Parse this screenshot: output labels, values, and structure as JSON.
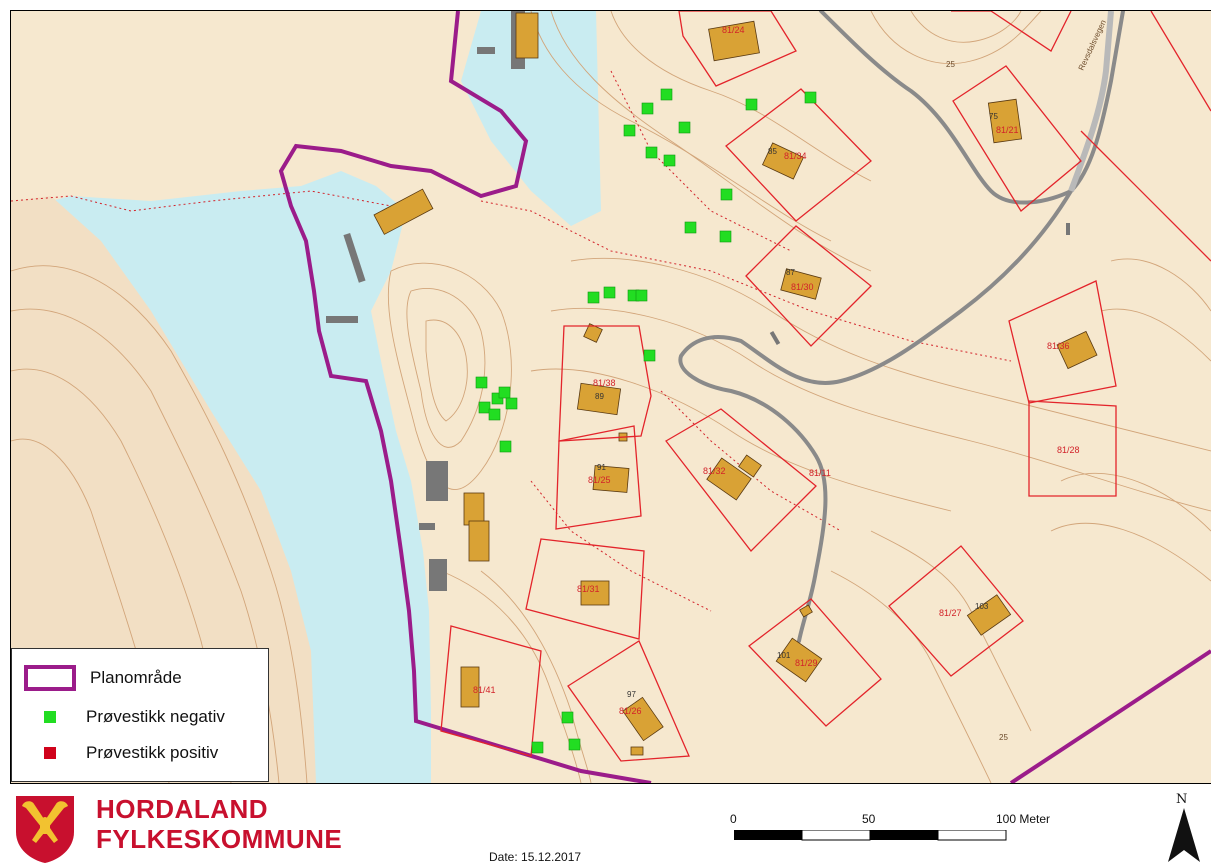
{
  "legend": {
    "items": [
      {
        "label": "Planområde"
      },
      {
        "label": "Prøvestikk negativ",
        "color": "#22dd22"
      },
      {
        "label": "Prøvestikk positiv",
        "color": "#d0021b"
      }
    ],
    "plan_color": "#9b1c8a"
  },
  "parcels": [
    "81/24",
    "81/21",
    "81/34",
    "81/30",
    "81/36",
    "81/38",
    "81/28",
    "81/32",
    "81/25",
    "81/11",
    "81/31",
    "81/27",
    "81/29",
    "81/41",
    "81/26"
  ],
  "houses": [
    "85",
    "75",
    "87",
    "89",
    "91",
    "103",
    "101",
    "97"
  ],
  "contour_labels": [
    "25",
    "25"
  ],
  "road_label": "Revsdalsvegen",
  "footer": {
    "org_line1": "HORDALAND",
    "org_line2": "FYLKESKOMMUNE",
    "date": "Date: 15.12.2017",
    "scale": {
      "ticks": [
        "0",
        "50",
        "100 Meter"
      ]
    },
    "north": "N"
  },
  "colors": {
    "land": "#f6e8cf",
    "water": "#c9ecf1",
    "contour": "#d2a57a",
    "parcel": "#e3242b",
    "building": "#d9a235",
    "road": "#8a8a8a"
  }
}
